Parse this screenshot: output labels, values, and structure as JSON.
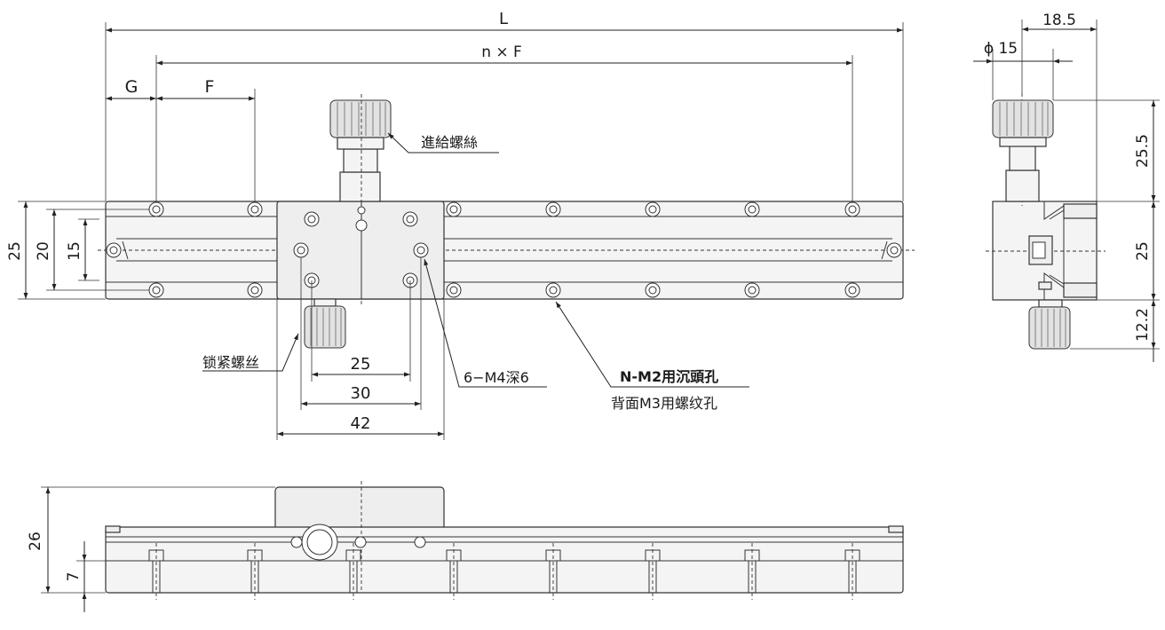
{
  "top_view": {
    "dim_L": "L",
    "dim_nF": "n × F",
    "dim_G": "G",
    "dim_F": "F",
    "dim_25_height": "25",
    "dim_20": "20",
    "dim_15": "15",
    "dim_25_holes": "25",
    "dim_30": "30",
    "dim_42": "42",
    "label_feed_screw": "進給螺絲",
    "label_lock_screw": "锁紧螺丝",
    "label_tapped_holes": "6−M4深6",
    "label_counterbore": "N-M2用沉頭孔",
    "label_back_thread": "背面M3用螺纹孔"
  },
  "side_view": {
    "dim_18_5": "18.5",
    "dim_phi15": "ϕ 15",
    "dim_25_5": "25.5",
    "dim_25": "25",
    "dim_12_2": "12.2"
  },
  "front_view": {
    "dim_26": "26",
    "dim_7": "7"
  }
}
